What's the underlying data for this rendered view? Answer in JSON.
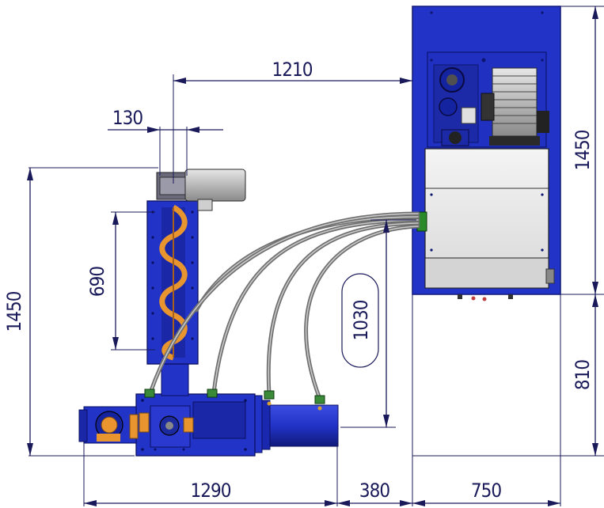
{
  "dimensions": {
    "top_width": "1210",
    "small_width": "130",
    "left_height": "1450",
    "right_height": "1450",
    "auger_height": "690",
    "hose_height": "1030",
    "base_height": "810",
    "bottom_left": "1290",
    "bottom_mid": "380",
    "bottom_right": "750"
  },
  "colors": {
    "machine_blue": "#2233c8",
    "dark_blue": "#141f8a",
    "auger_orange": "#e8952f",
    "motor_grey": "#b8b8b8",
    "dimension_line": "#1a1a5a"
  }
}
